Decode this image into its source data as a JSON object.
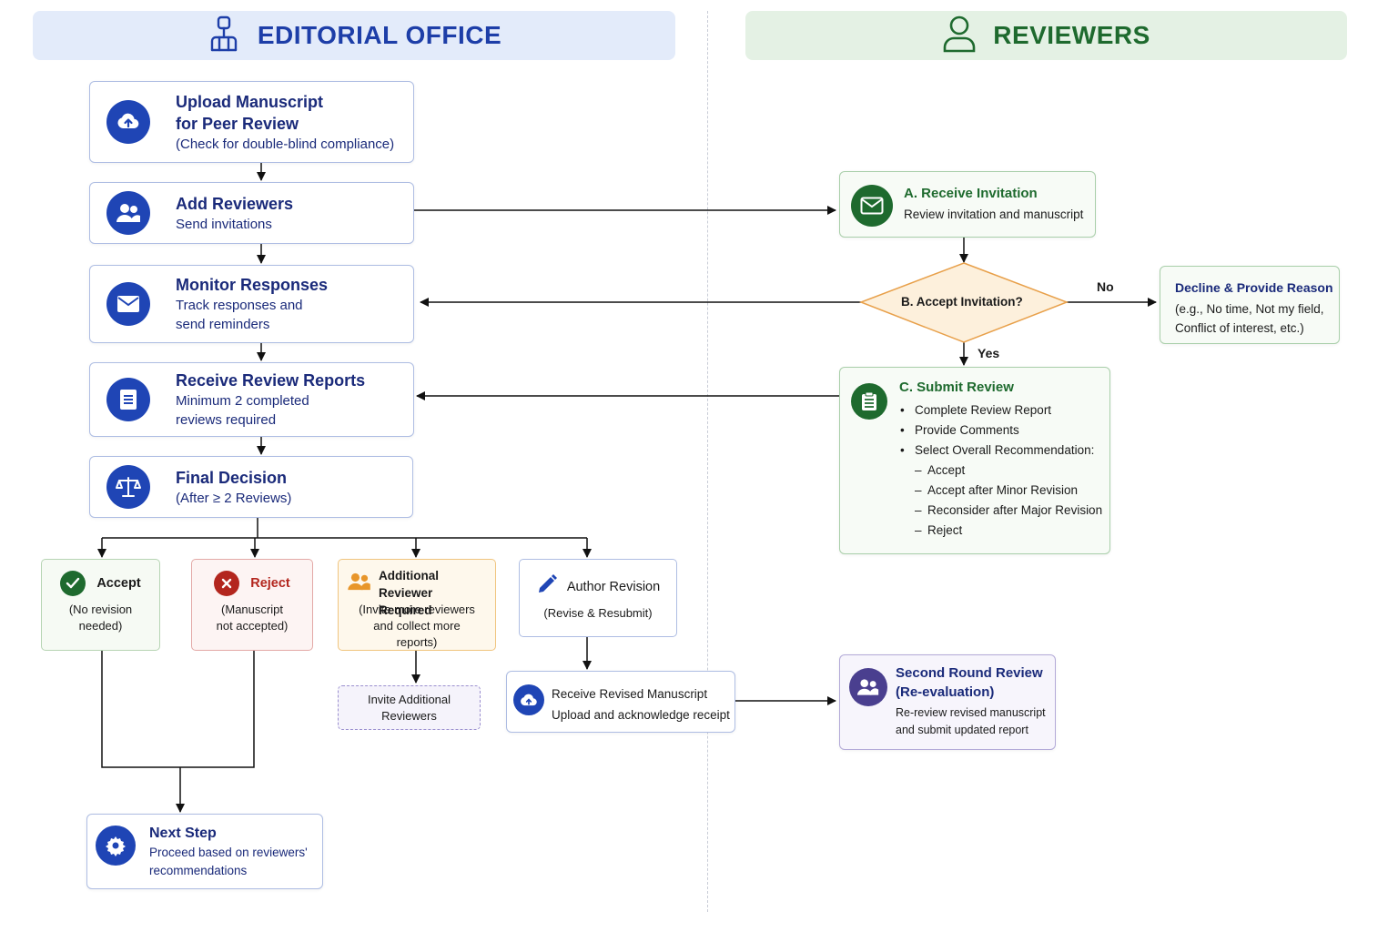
{
  "lanes": {
    "editorial": {
      "title": "EDITORIAL OFFICE",
      "icon": "editor-person-icon"
    },
    "reviewers": {
      "title": "REVIEWERS",
      "icon": "reviewer-person-icon"
    }
  },
  "editorial_steps": {
    "upload": {
      "title_line1": "Upload Manuscript",
      "title_line2": "for Peer Review",
      "note": "(Check for double-blind compliance)",
      "icon": "cloud-upload-icon"
    },
    "add_reviewers": {
      "title": "Add Reviewers",
      "note": "Send invitations",
      "icon": "users-icon"
    },
    "monitor": {
      "title": "Monitor Responses",
      "note_line1": "Track responses and",
      "note_line2": "send reminders",
      "icon": "envelope-icon"
    },
    "receive_reports": {
      "title": "Receive Review Reports",
      "note_line1": "Minimum 2 completed",
      "note_line2": "reviews required",
      "icon": "document-icon"
    },
    "final_decision": {
      "title": "Final Decision",
      "note": "(After ≥ 2 Reviews)",
      "icon": "scales-icon"
    }
  },
  "outcomes": {
    "accept": {
      "title": "Accept",
      "line1": "(No revision",
      "line2": "needed)",
      "icon": "check-icon"
    },
    "reject": {
      "title": "Reject",
      "line1": "(Manuscript",
      "line2": "not accepted)",
      "icon": "x-icon"
    },
    "additional": {
      "title_line1": "Additional Reviewer",
      "title_line2": "Required",
      "line1": "(Invite more reviewers",
      "line2": "and collect more",
      "line3": "reports)",
      "icon": "users-icon"
    },
    "author_revision": {
      "title": "Author Revision",
      "line1": "(Revise & Resubmit)",
      "icon": "pencil-icon"
    }
  },
  "invite_additional": {
    "line1": "Invite Additional",
    "line2": "Reviewers"
  },
  "receive_revised": {
    "title": "Receive Revised Manuscript",
    "note": "Upload and acknowledge receipt",
    "icon": "cloud-upload-icon"
  },
  "next_step": {
    "title": "Next Step",
    "note_line1": "Proceed based on reviewers'",
    "note_line2": "recommendations",
    "icon": "gear-icon"
  },
  "reviewer_steps": {
    "receive_invitation": {
      "title": "A. Receive Invitation",
      "note": "Review invitation and manuscript",
      "icon": "envelope-icon"
    },
    "accept_invitation": {
      "question": "B. Accept Invitation?",
      "no_label": "No",
      "yes_label": "Yes"
    },
    "decline": {
      "title": "Decline & Provide Reason",
      "line1": "(e.g., No time, Not my field,",
      "line2": "Conflict of interest, etc.)"
    },
    "submit_review": {
      "title": "C. Submit Review",
      "icon": "clipboard-icon",
      "bullets": [
        "Complete Review Report",
        "Provide Comments",
        "Select Overall Recommendation:"
      ],
      "recommendations": [
        "Accept",
        "Accept after Minor Revision",
        "Reconsider after Major Revision",
        "Reject"
      ]
    },
    "second_round": {
      "title_line1": "Second Round Review",
      "title_line2": "(Re-evaluation)",
      "note_line1": "Re-review revised manuscript",
      "note_line2": "and submit updated report",
      "icon": "users-icon"
    }
  },
  "colors": {
    "editorial_blue": "#1f45b5",
    "reviewer_green": "#1e6a2e",
    "accept_green": "#1e6a2e",
    "reject_red": "#b3261e",
    "additional_orange": "#e8962a",
    "decision_diamond": "#fde8c4",
    "second_round_purple": "#4a3f8f"
  }
}
